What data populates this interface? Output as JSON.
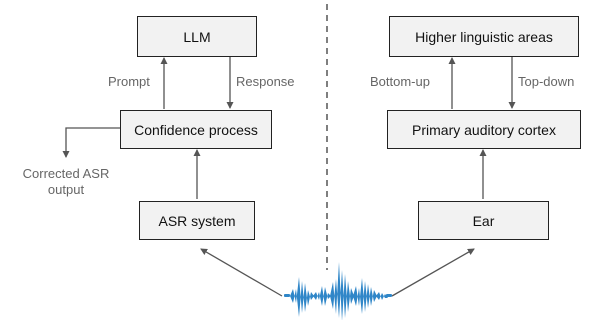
{
  "left": {
    "llm": "LLM",
    "prompt": "Prompt",
    "response": "Response",
    "confidence": "Confidence process",
    "corrected_line1": "Corrected ASR",
    "corrected_line2": "output",
    "asr": "ASR system"
  },
  "right": {
    "higher": "Higher linguistic areas",
    "bottom_up": "Bottom-up",
    "top_down": "Top-down",
    "cortex": "Primary auditory cortex",
    "ear": "Ear"
  },
  "colors": {
    "arrow": "#555555",
    "waveform": "#2f86c8",
    "box_fill": "#f2f2f2"
  }
}
